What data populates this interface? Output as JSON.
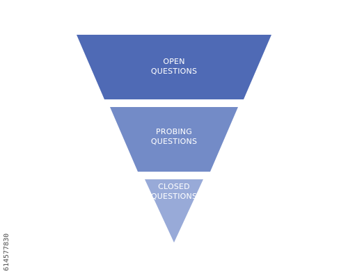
{
  "funnel": {
    "levels": [
      {
        "lines": [
          "OPEN",
          "QUESTIONS"
        ],
        "color": "#4f6ab5"
      },
      {
        "lines": [
          "PROBING",
          "QUESTIONS"
        ],
        "color": "#738bc7"
      },
      {
        "lines": [
          "CLOSED",
          "QUESTIONS"
        ],
        "color": "#98aad8"
      }
    ]
  },
  "watermark": {
    "id_text": "614577830"
  }
}
